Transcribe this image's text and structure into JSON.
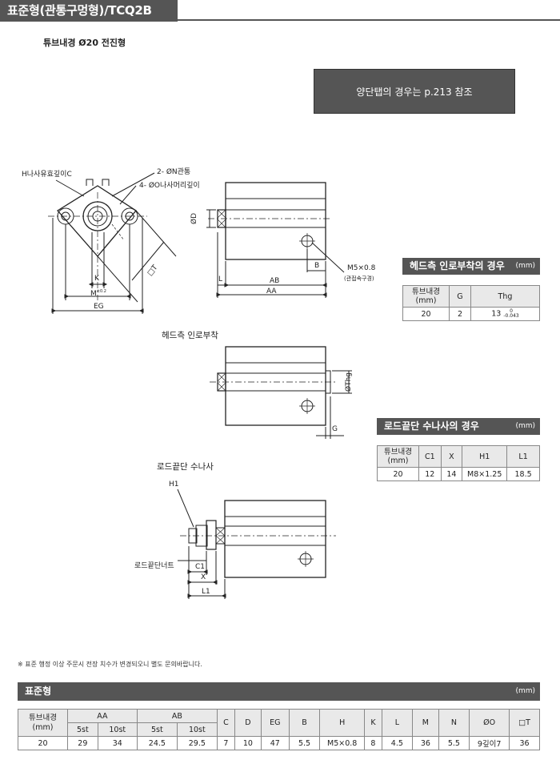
{
  "header": {
    "title": "표준형(관통구멍형)/TCQ2B"
  },
  "subtitle": "튜브내경  Ø20 전진형",
  "note": "양단탭의 경우는 p.213 참조",
  "drawing_labels": {
    "h_tap": "H나사유효깊이C",
    "n_thru": "2- ØN관통",
    "o_tap": "4- ØO나사머리깊이",
    "k": "K",
    "m": "M",
    "m_tol": "±0.2",
    "eg": "EG",
    "t": "□T",
    "d": "ØD",
    "l": "L",
    "ab": "AB",
    "aa": "AA",
    "b": "B",
    "m5": "M5×0.8",
    "port": "(관접속구경)",
    "thg": "ØThg",
    "g": "G",
    "h1": "H1",
    "rod_nut": "로드끝단너트",
    "c1": "C1",
    "x": "X",
    "l1": "L1"
  },
  "sections": {
    "head_mount": "헤드측 인로부착",
    "rod_end_male": "로드끝단 수나사"
  },
  "head_table": {
    "title": "헤드측 인로부착의 경우",
    "unit": "(mm)",
    "headers": [
      "튜브내경",
      "(mm)",
      "G",
      "Thg"
    ],
    "row": [
      "20",
      "2",
      "13"
    ],
    "tol_top": "0",
    "tol_bottom": "-0.043"
  },
  "rod_table": {
    "title": "로드끝단 수나사의 경우",
    "unit": "(mm)",
    "headers": [
      "튜브내경",
      "(mm)",
      "C1",
      "X",
      "H1",
      "L1"
    ],
    "row": [
      "20",
      "12",
      "14",
      "M8×1.25",
      "18.5"
    ]
  },
  "footnote": "※ 표준 행정 이상 주문시 전장 치수가 변경되오니 별도 문의바랍니다.",
  "std_table": {
    "title": "표준형",
    "unit": "(mm)",
    "bore_header": [
      "튜브내경",
      "(mm)"
    ],
    "aa": "AA",
    "ab": "AB",
    "sub": [
      "5st",
      "10st",
      "5st",
      "10st"
    ],
    "cols": [
      "C",
      "D",
      "EG",
      "B",
      "H",
      "K",
      "L",
      "M",
      "N",
      "ØO",
      "□T"
    ],
    "row": [
      "20",
      "29",
      "34",
      "24.5",
      "29.5",
      "7",
      "10",
      "47",
      "5.5",
      "M5×0.8",
      "8",
      "4.5",
      "36",
      "5.5",
      "9깊이7",
      "36"
    ]
  }
}
